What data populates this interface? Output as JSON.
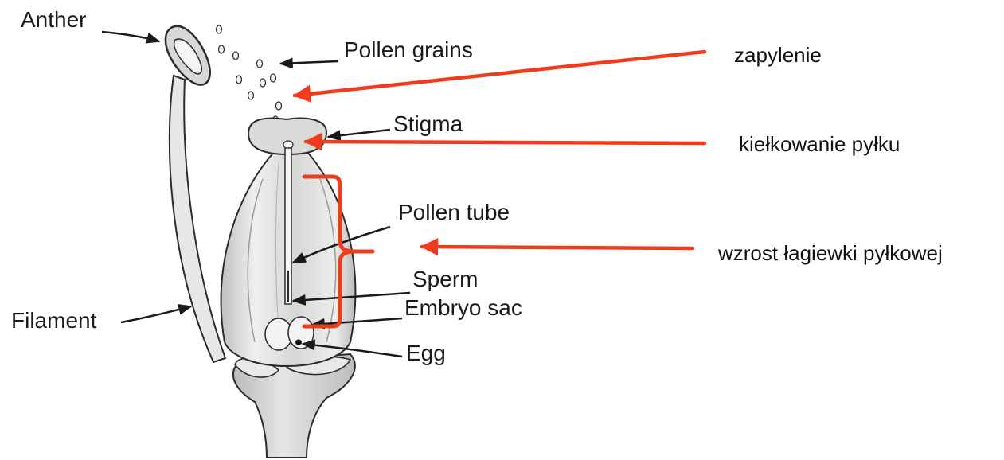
{
  "labels": {
    "anther": "Anther",
    "pollen_grains": "Pollen grains",
    "stigma": "Stigma",
    "pollen_tube": "Pollen tube",
    "sperm": "Sperm",
    "embryo_sac": "Embryo sac",
    "egg": "Egg",
    "filament": "Filament"
  },
  "stages": {
    "pollination": "zapylenie",
    "germination": "kiełkowanie pyłku",
    "tube_growth": "wzrost łagiewki pyłkowej"
  },
  "colors": {
    "accent": "#f03c1e",
    "label_arrow": "#1a1a1a",
    "tissue_fill": "#d9dbd9",
    "tissue_stroke": "#2b2b2b"
  }
}
